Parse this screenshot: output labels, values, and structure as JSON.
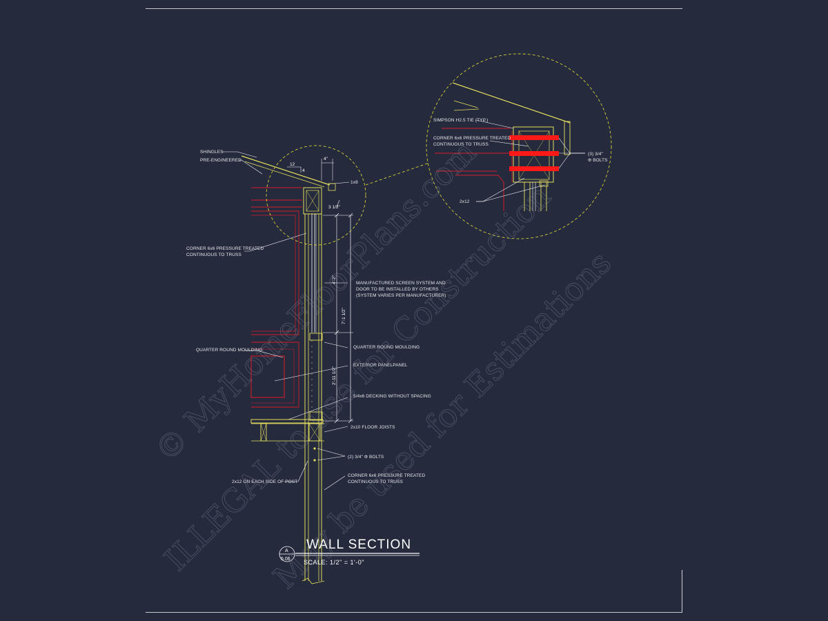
{
  "drawing": {
    "title": "WALL SECTION",
    "scale": "SCALE:  1/2\" = 1'-0\"",
    "detail_tag": {
      "number": "A",
      "sheet": "5.06"
    }
  },
  "labels": {
    "shingles": "SHINGLES",
    "pre_engineered": "PRE-ENGINEERED",
    "corner_post_1": "CORNER 6x6 PRESSURE TREATED",
    "corner_post_2": "CONTINUOUS TO TRUSS",
    "screen_1": "MANUFACTURED SCREEN SYSTEM AND",
    "screen_2": "DOOR TO BE INSTALLED BY OTHERS",
    "screen_3": "(SYSTEM VARIES PER MANUFACTURER)",
    "quarter_round_left": "QUARTER ROUND MOULDING",
    "quarter_round_right": "QUARTER ROUND MOULDING",
    "exterior_panel": "EXTERIOR PANELPANEL",
    "decking": "5/4x6 DECKING WITHOUT SPACING",
    "floor_joists": "2x10 FLOOR JOISTS",
    "bolts": "(2) 3/4\" Φ BOLTS",
    "two_by_twelve_side": "2x12 ON EACH SIDE OF POST",
    "corner_post_bottom_1": "CORNER 6x6 PRESSURE TREATED",
    "corner_post_bottom_2": "CONTINUOUS TO TRUSS",
    "one_by_eight": "1x8"
  },
  "detail_callout": {
    "simpson": "SIMPSON H2.5 TIE (TYP.)",
    "corner_1": "CORNER 6x6 PRESSURE TREATED",
    "corner_2": "CONTINUOUS TO TRUSS",
    "bolts_1": "(3) 3/4\"",
    "bolts_2": "Φ BOLTS",
    "two_by_twelve": "2x12"
  },
  "dimensions": {
    "pitch_run": "12",
    "pitch_rise": "4",
    "overhang": "4\"",
    "fascia": "3 1/2\"",
    "upper_height": "4'-2\"",
    "screen_height": "7'-1 1/2\"",
    "lower_height": "2'-11 1/2\""
  },
  "watermark": {
    "line1": "© MyHomeFloorPlans.com",
    "line2": "ILLEGAL to use for Construction",
    "line3": "May be used for Estimations"
  },
  "colors": {
    "background": "#252a3d",
    "framing": "#e6e060",
    "section_red": "#d21c2a",
    "bolt_red": "#ff1a1a",
    "annotation": "#ffffff"
  }
}
